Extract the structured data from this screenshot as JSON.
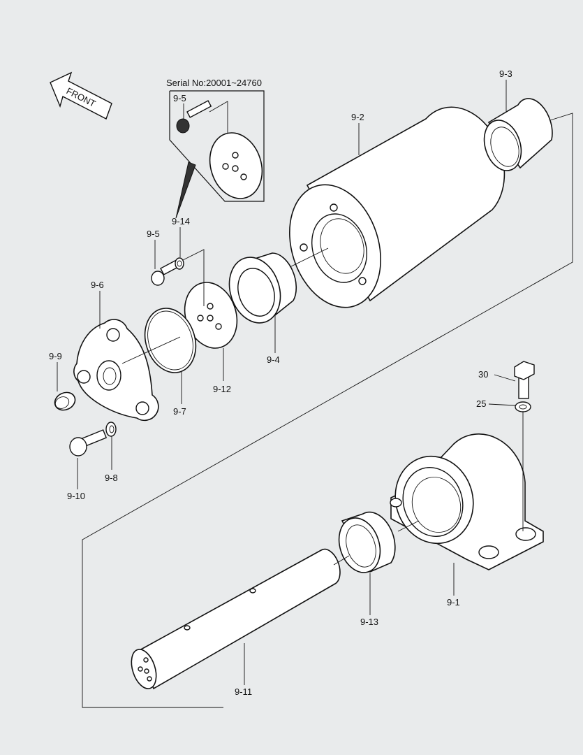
{
  "front_label": "FRONT",
  "serial_note": "Serial No:20001~24760",
  "labels": {
    "p9_1": "9-1",
    "p9_2": "9-2",
    "p9_3": "9-3",
    "p9_4": "9-4",
    "p9_5_inset": "9-5",
    "p9_5": "9-5",
    "p9_6": "9-6",
    "p9_7": "9-7",
    "p9_8": "9-8",
    "p9_9": "9-9",
    "p9_10": "9-10",
    "p9_11": "9-11",
    "p9_12": "9-12",
    "p9_13": "9-13",
    "p9_14": "9-14",
    "p25": "25",
    "p30": "30"
  }
}
